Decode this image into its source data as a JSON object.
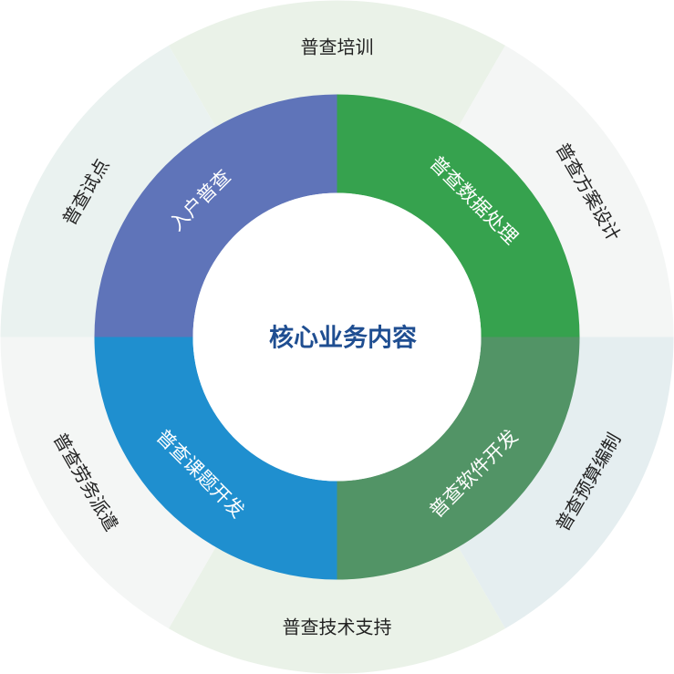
{
  "center": {
    "title": "核心业务内容"
  },
  "inner_segments": [
    {
      "label": "入户普查",
      "color": "#5f74b9"
    },
    {
      "label": "普查数据处理",
      "color": "#36a24e"
    },
    {
      "label": "普查软件开发",
      "color": "#529466"
    },
    {
      "label": "普查课题开发",
      "color": "#1f8fcf"
    }
  ],
  "outer_segments": [
    {
      "label": "普查培训",
      "color": "#eaf2e8"
    },
    {
      "label": "普查方案设计",
      "color": "#f4f6f5"
    },
    {
      "label": "普查预算编制",
      "color": "#e5eef0"
    },
    {
      "label": "普查技术支持",
      "color": "#eaf2e8"
    },
    {
      "label": "普查劳务派遣",
      "color": "#f4f6f5"
    },
    {
      "label": "普查试点",
      "color": "#eaf2f0"
    }
  ]
}
